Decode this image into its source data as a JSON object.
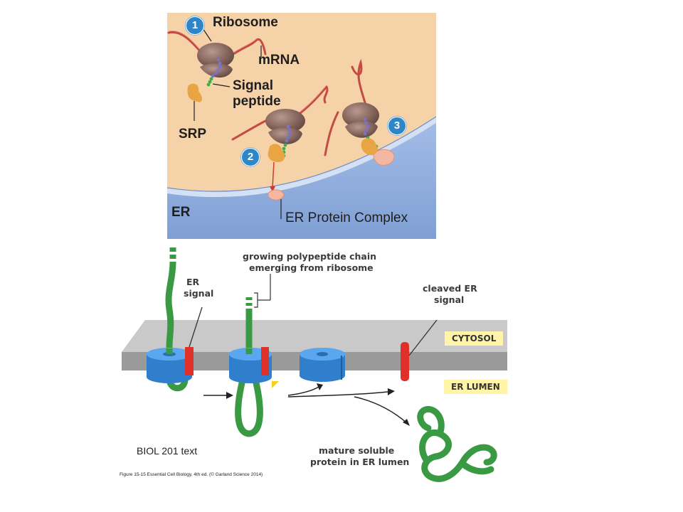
{
  "top_diagram": {
    "steps": [
      "1",
      "2",
      "3"
    ],
    "labels": {
      "ribosome": "Ribosome",
      "mrna": "mRNA",
      "signal_peptide_line1": "Signal",
      "signal_peptide_line2": "peptide",
      "srp": "SRP",
      "er": "ER",
      "er_protein_complex": "ER Protein Complex"
    },
    "colors": {
      "cytosol": "#f6d2a8",
      "er": "#8eaee0",
      "membrane": "#c4d6ef",
      "ribosome": "#8a6a60",
      "srp": "#e9a544",
      "mrna": "#c44a43"
    }
  },
  "bottom_diagram": {
    "labels": {
      "er_signal_line1": "ER",
      "er_signal_line2": "signal",
      "growing_line1": "growing polypeptide chain",
      "growing_line2": "emerging from ribosome",
      "cleaved_line1": "cleaved  ER",
      "cleaved_line2": "signal",
      "cytosol": "CYTOSOL",
      "er_lumen": "ER LUMEN",
      "mature_line1": "mature soluble",
      "mature_line2": "protein in ER lumen"
    },
    "colors": {
      "polypeptide": "#3a9a44",
      "translocon": "#3b8ed8",
      "signal": "#e0302a",
      "membrane_top": "#c9c9c9",
      "membrane_side": "#9a9a9a",
      "tag_bg": "#fff4a8"
    }
  },
  "note": "BIOL 201 text",
  "caption": "Figure 15-15  Essential Cell Biology, 4th ed. (© Garland Science 2014)"
}
